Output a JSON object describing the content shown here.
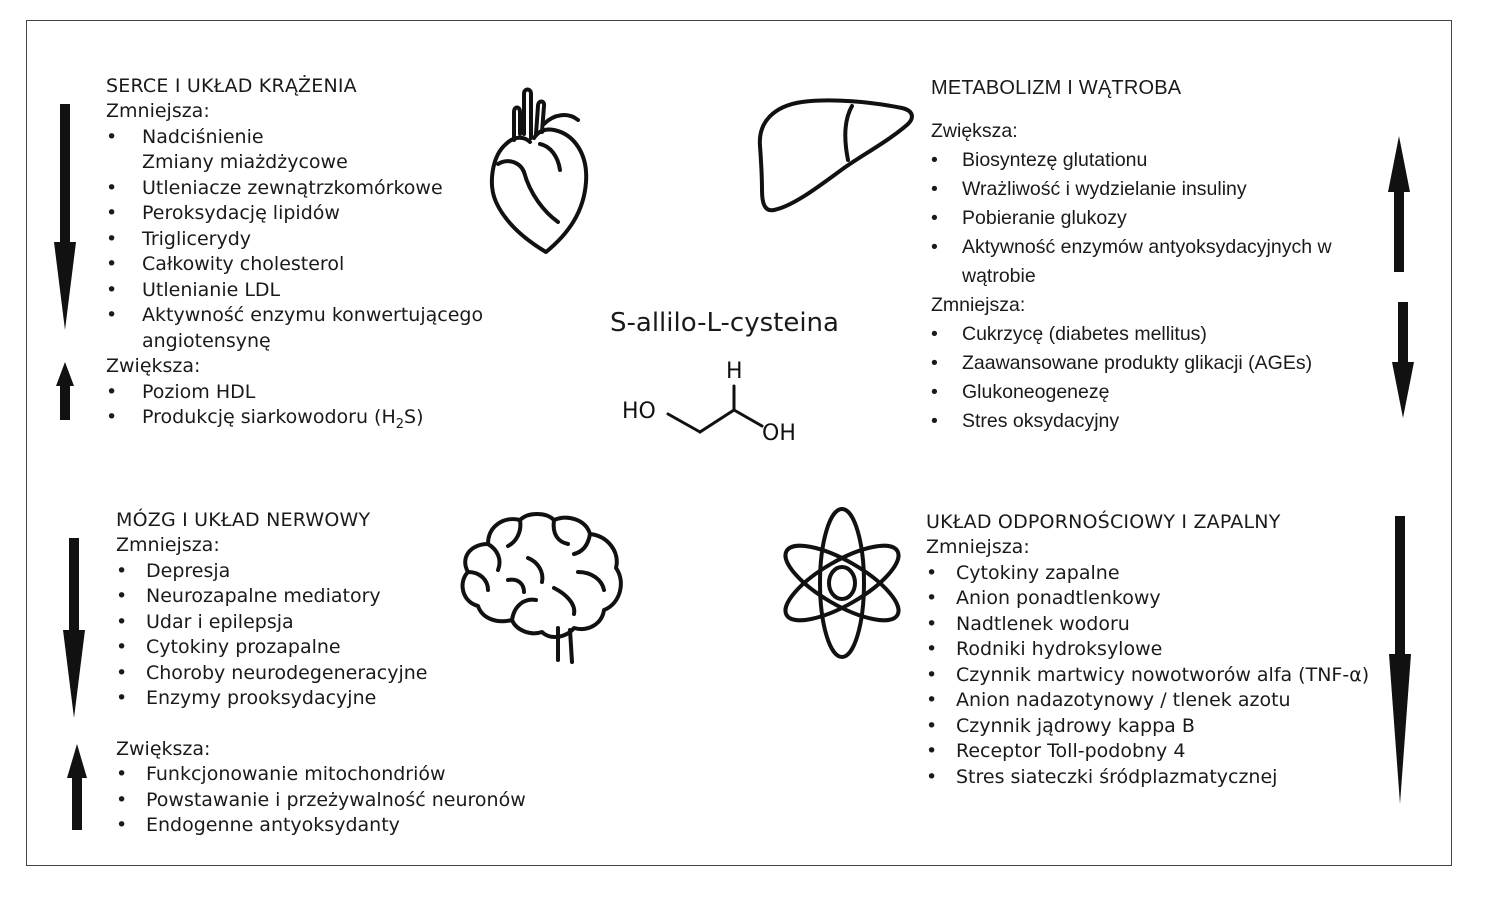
{
  "compound": {
    "name": "S-allilo-L-cysteina",
    "structure_labels": {
      "ho_left": "HO",
      "h_top": "H",
      "oh_right": "OH"
    }
  },
  "heart": {
    "title": "SERCE I UKŁAD KRĄŻENIA",
    "decreases_label": "Zmniejsza:",
    "decreases": [
      "Nadciśnienie",
      "Zmiany miażdżycowe",
      "Utleniacze zewnątrzkomórkowe",
      "Peroksydację lipidów",
      "Triglicerydy",
      "Całkowity cholesterol",
      "Utlenianie LDL",
      "Aktywność enzymu konwertującego",
      "angiotensynę"
    ],
    "increases_label": "Zwiększa:",
    "increases": [
      "Poziom HDL",
      "Produkcję siarkowodoru (H",
      "2",
      "S)"
    ]
  },
  "liver": {
    "title": "METABOLIZM I WĄTROBA",
    "increases_label": "Zwiększa:",
    "increases": [
      "Biosyntezę glutationu",
      "Wrażliwość i wydzielanie insuliny",
      "Pobieranie glukozy",
      "Aktywność enzymów antyoksydacyjnych w",
      "wątrobie"
    ],
    "decreases_label": "Zmniejsza:",
    "decreases": [
      "Cukrzycę (diabetes mellitus)",
      "Zaawansowane produkty glikacji (AGEs)",
      "Glukoneogenezę",
      "Stres oksydacyjny"
    ]
  },
  "brain": {
    "title": "MÓZG I UKŁAD NERWOWY",
    "decreases_label": "Zmniejsza:",
    "decreases": [
      "Depresja",
      "Neurozapalne mediatory",
      "Udar i epilepsja",
      "Cytokiny prozapalne",
      "Choroby neurodegeneracyjne",
      "Enzymy prooksydacyjne"
    ],
    "increases_label": "Zwiększa:",
    "increases": [
      "Funkcjonowanie mitochondriów",
      "Powstawanie i przeżywalność neuronów",
      "Endogenne antyoksydanty"
    ]
  },
  "immune": {
    "title": "UKŁAD ODPORNOŚCIOWY I ZAPALNY",
    "decreases_label": "Zmniejsza:",
    "decreases": [
      "Cytokiny zapalne",
      "Anion ponadtlenkowy",
      "Nadtlenek wodoru",
      "Rodniki hydroksylowe",
      "Czynnik martwicy nowotworów alfa (TNF-α)",
      "Anion nadazotynowy / tlenek azotu",
      "Czynnik jądrowy kappa B",
      "Receptor Toll-podobny 4",
      "Stres siateczki śródplazmatycznej"
    ]
  },
  "icons": {
    "heart": "heart-icon",
    "liver": "liver-icon",
    "brain": "brain-icon",
    "immune": "atom-icon",
    "up_arrow": "up-arrow-icon",
    "down_arrow": "down-arrow-icon"
  },
  "colors": {
    "ink": "#111111",
    "frame": "#444444",
    "background": "#ffffff"
  }
}
